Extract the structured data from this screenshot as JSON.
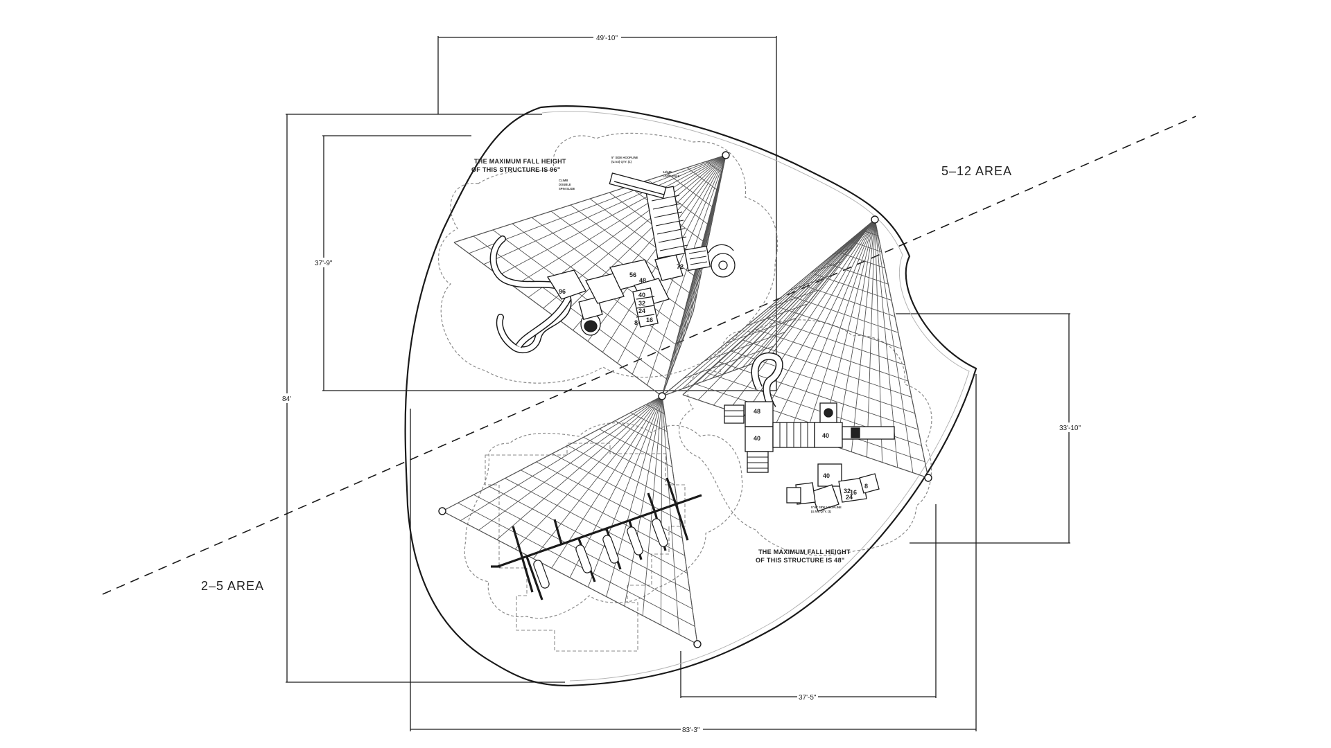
{
  "areas": {
    "area_5_12": "5–12 AREA",
    "area_2_5": "2–5 AREA"
  },
  "dimensions": {
    "top_width": "49'-10\"",
    "left_height": "84'",
    "inner_left_height": "37'-9\"",
    "right_height": "33'-10\"",
    "bottom_inner": "37'-5\"",
    "bottom_total": "83'-3\""
  },
  "fall_notes": {
    "top": [
      "THE MAXIMUM FALL HEIGHT",
      "OF THIS STRUCTURE IS 96\""
    ],
    "bottom": [
      "THE MAXIMUM FALL HEIGHT",
      "OF THIS STRUCTURE IS 48\""
    ]
  },
  "deck_heights": {
    "top": [
      "96",
      "56",
      "48",
      "40",
      "32",
      "24",
      "16",
      "8",
      "72"
    ],
    "right": [
      "48",
      "40",
      "40",
      "40",
      "32",
      "24",
      "16",
      "8"
    ]
  },
  "component_notes": {
    "top_center": [
      "5\" SIDE HOOPLINE",
      "(U.N.I) QTY. (1)"
    ],
    "top_pole": [
      "14/44N",
      "LOOP POLE"
    ],
    "top_slide": [
      "CLIMB",
      "DOUBLE",
      "SPIN SLIDE"
    ],
    "bottom_center": [
      "5\"/6\" SIDE HOOPLINE",
      "(U.N.I) QTY. (1)"
    ]
  },
  "colors": {
    "line": "#1a1a1a",
    "net": "#555555",
    "zone": "#8a8a8a",
    "background": "#ffffff"
  }
}
